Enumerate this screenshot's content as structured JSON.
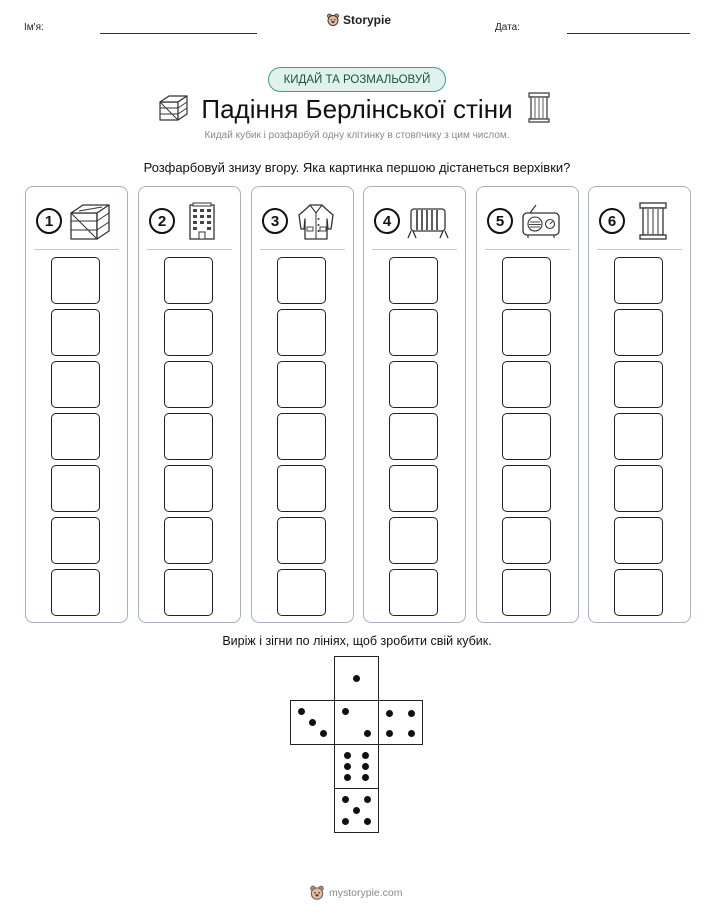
{
  "header": {
    "name_label": "Ім'я:",
    "date_label": "Дата:",
    "brand": "Storypie"
  },
  "badge": "КИДАЙ ТА РОЗМАЛЬОВУЙ",
  "title": "Падіння Берлінської стіни",
  "subtitle": "Кидай кубик і розфарбуй одну клітинку в стовпчику з цим числом.",
  "instruction": "Розфарбовуй знизу вгору. Яка картинка першою дістанеться верхівки?",
  "columns": [
    {
      "number": "1",
      "icon": "crate-icon"
    },
    {
      "number": "2",
      "icon": "apartment-building-icon"
    },
    {
      "number": "3",
      "icon": "coat-icon"
    },
    {
      "number": "4",
      "icon": "barrier-icon"
    },
    {
      "number": "5",
      "icon": "radio-icon"
    },
    {
      "number": "6",
      "icon": "column-icon"
    }
  ],
  "cells_per_column": 7,
  "cut_instruction": "Виріж і зігни по лініях, щоб зробити свій кубик.",
  "dice_faces": [
    1,
    3,
    2,
    4,
    6,
    5
  ],
  "footer": "mystorypie.com",
  "colors": {
    "badge_border": "#3f9e8a",
    "badge_fill": "#dff2ec",
    "column_border": "#a8b0c8"
  }
}
